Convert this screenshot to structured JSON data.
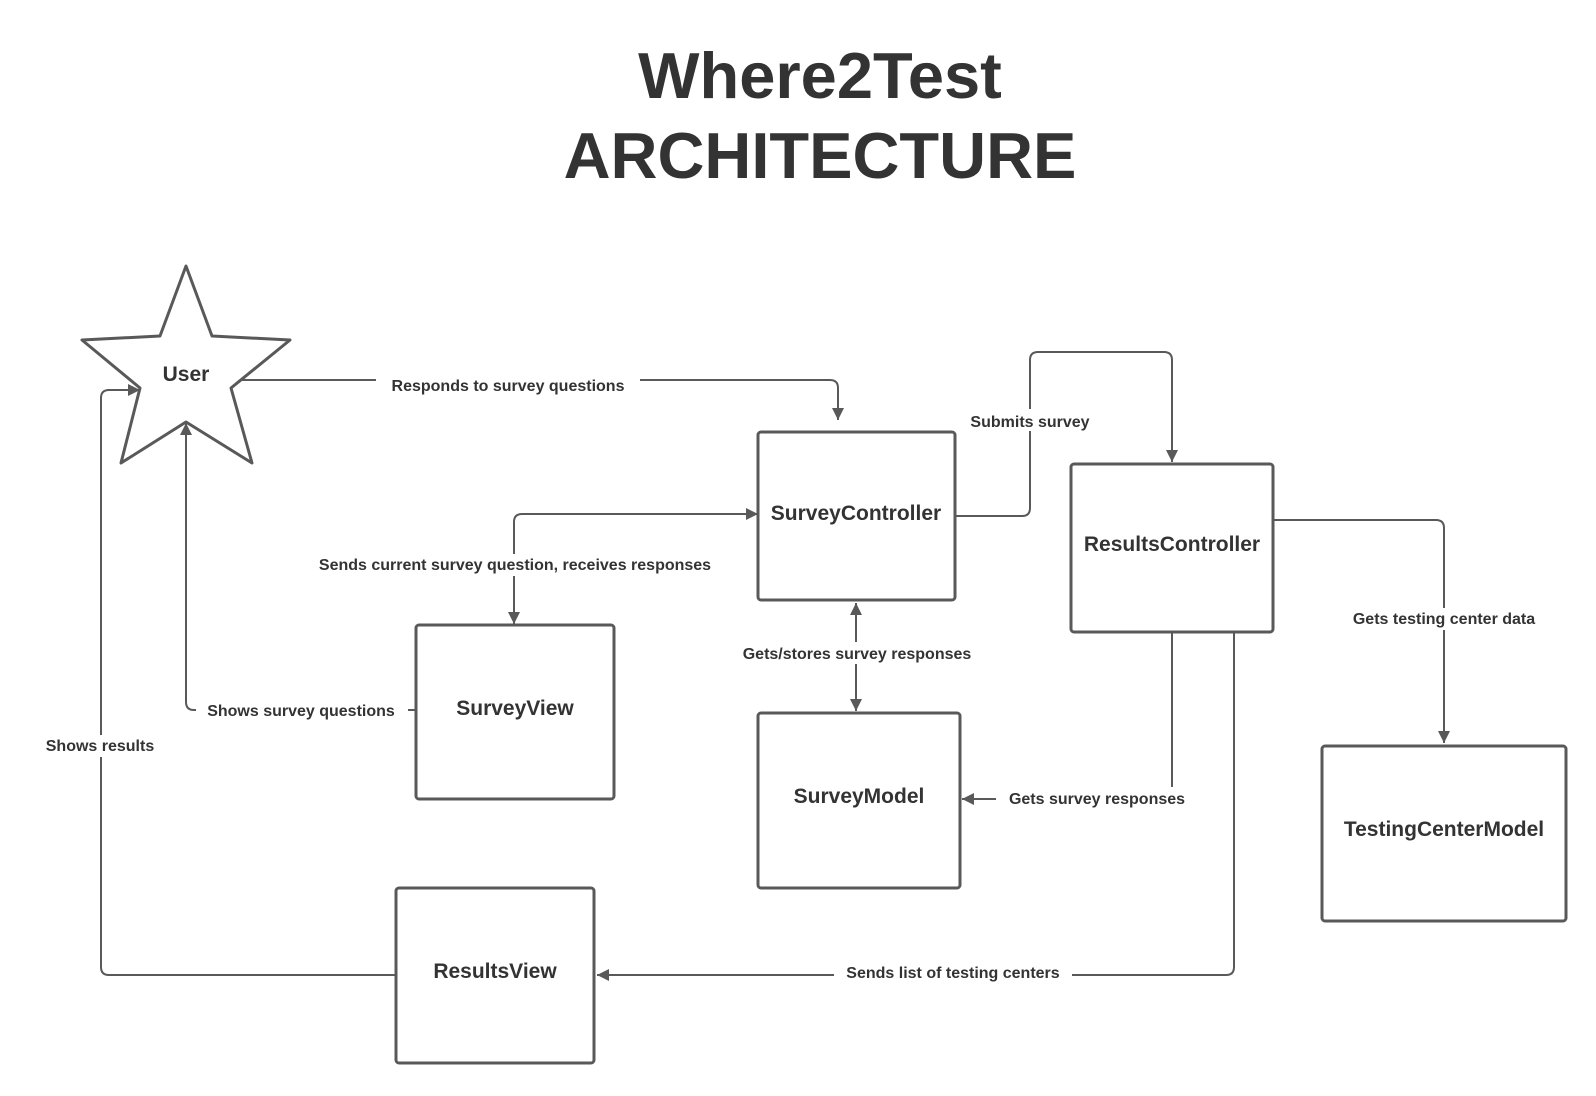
{
  "title": {
    "line1": "Where2Test",
    "line2": "ARCHITECTURE"
  },
  "nodes": {
    "user": "User",
    "survey_controller": "SurveyController",
    "results_controller": "ResultsController",
    "survey_view": "SurveyView",
    "survey_model": "SurveyModel",
    "testing_center_model": "TestingCenterModel",
    "results_view": "ResultsView"
  },
  "edges": {
    "responds": "Responds to survey questions",
    "submits": "Submits survey",
    "sends_question": "Sends current survey question, receives responses",
    "shows_questions": "Shows survey questions",
    "gets_stores": "Gets/stores survey responses",
    "gets_testing_center": "Gets testing center data",
    "gets_survey_responses": "Gets survey responses",
    "shows_results": "Shows results",
    "sends_list": "Sends list of testing centers"
  },
  "colors": {
    "stroke": "#595959",
    "text": "#333333",
    "background": "#ffffff"
  }
}
